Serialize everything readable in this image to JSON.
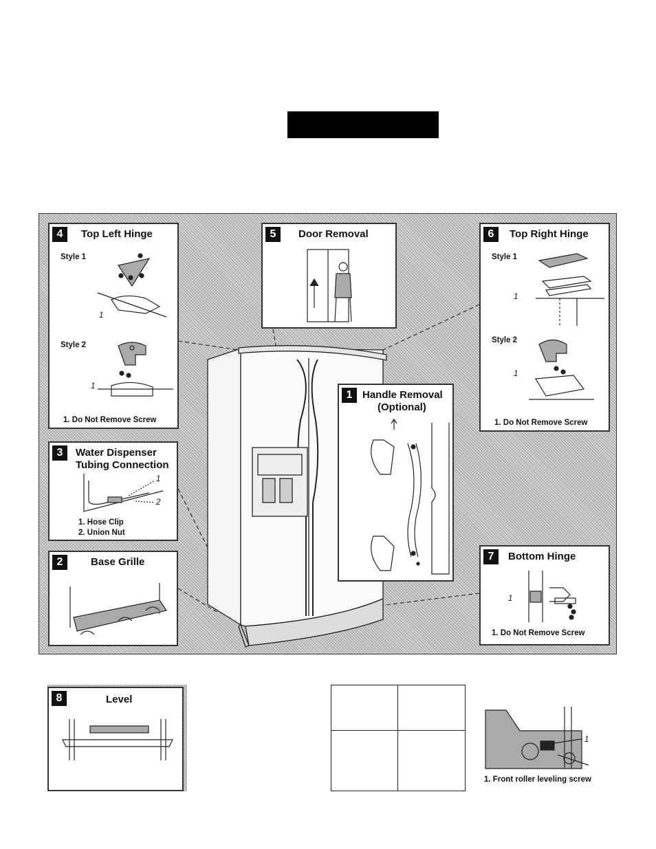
{
  "panels": {
    "top_left_hinge": {
      "number": "4",
      "title": "Top Left Hinge",
      "style1": "Style 1",
      "style2": "Style 2",
      "callout": "1",
      "caption": "1. Do Not Remove Screw"
    },
    "door_removal": {
      "number": "5",
      "title": "Door Removal"
    },
    "top_right_hinge": {
      "number": "6",
      "title": "Top Right Hinge",
      "style1": "Style 1",
      "style2": "Style 2",
      "callout": "1",
      "caption": "1. Do Not Remove Screw"
    },
    "handle_removal": {
      "number": "1",
      "title_line1": "Handle Removal",
      "title_line2": "(Optional)"
    },
    "water_dispenser": {
      "number": "3",
      "title_line1": "Water Dispenser",
      "title_line2": "Tubing Connection",
      "callout1": "1",
      "callout2": "2",
      "caption1": "1. Hose Clip",
      "caption2": "2. Union Nut"
    },
    "base_grille": {
      "number": "2",
      "title": "Base Grille"
    },
    "bottom_hinge": {
      "number": "7",
      "title": "Bottom Hinge",
      "callout": "1",
      "caption": "1. Do Not Remove Screw"
    },
    "level": {
      "number": "8",
      "title": "Level"
    }
  },
  "roller": {
    "callout": "1",
    "caption": "1. Front roller leveling screw"
  }
}
